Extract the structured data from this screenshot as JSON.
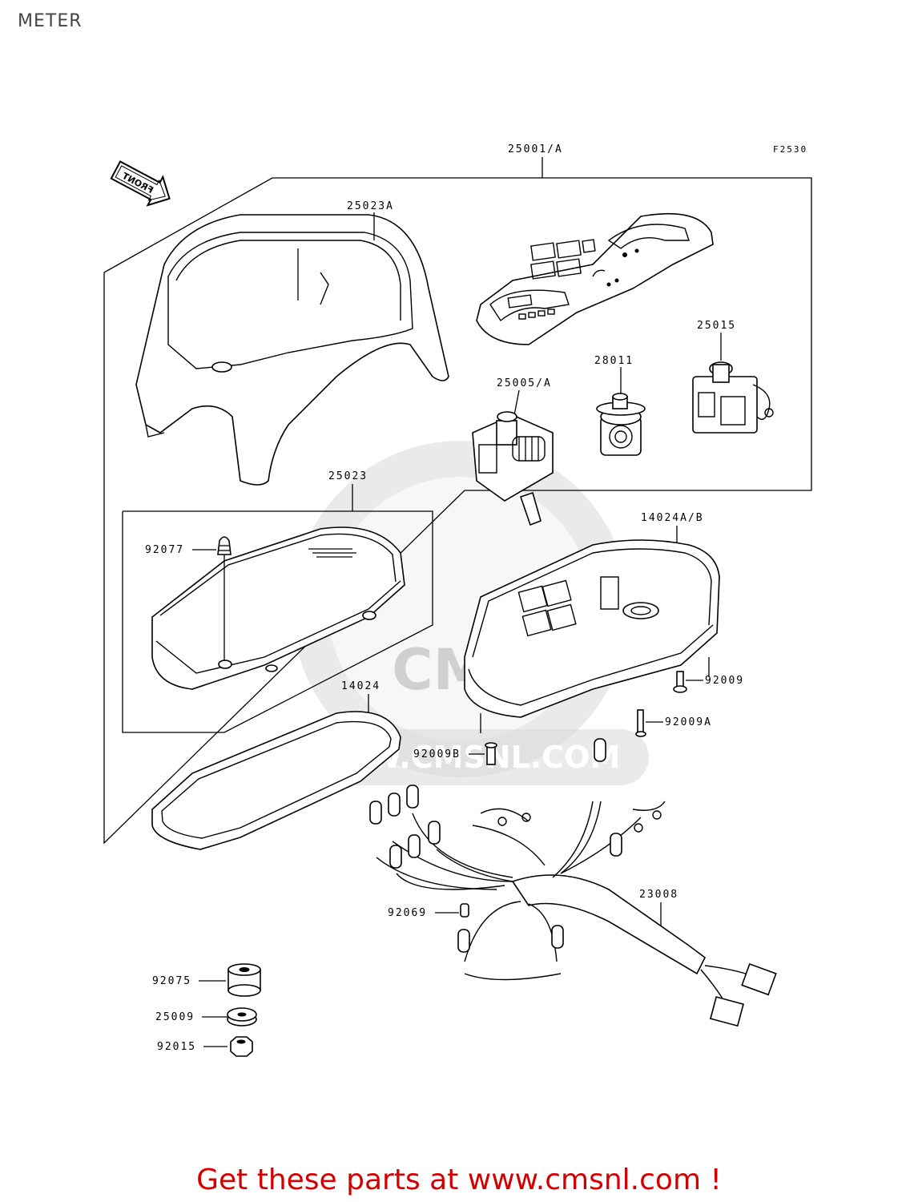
{
  "header": {
    "title": "METER"
  },
  "diagram": {
    "figure_code": "F2530",
    "front_label": "FRONT",
    "watermark": {
      "text": "WWW.CMSNL.COM",
      "logo": "CMS"
    },
    "callouts": {
      "assy": "25001/A",
      "cover_top": "25023A",
      "face_plate": "",
      "tach": "25015",
      "part_28011": "28011",
      "speedo": "25005/A",
      "cover_assy": "25023",
      "grommet_top": "92077",
      "case": "14024A/B",
      "screw_a": "92009",
      "screw_b": "92009A",
      "gasket": "14024",
      "screw_c": "92009B",
      "harness": "23008",
      "bulb": "92069",
      "damper": "92075",
      "collar": "25009",
      "nut": "92015"
    }
  },
  "footer": {
    "text": "Get these parts at www.cmsnl.com !",
    "color": "#d40000"
  }
}
